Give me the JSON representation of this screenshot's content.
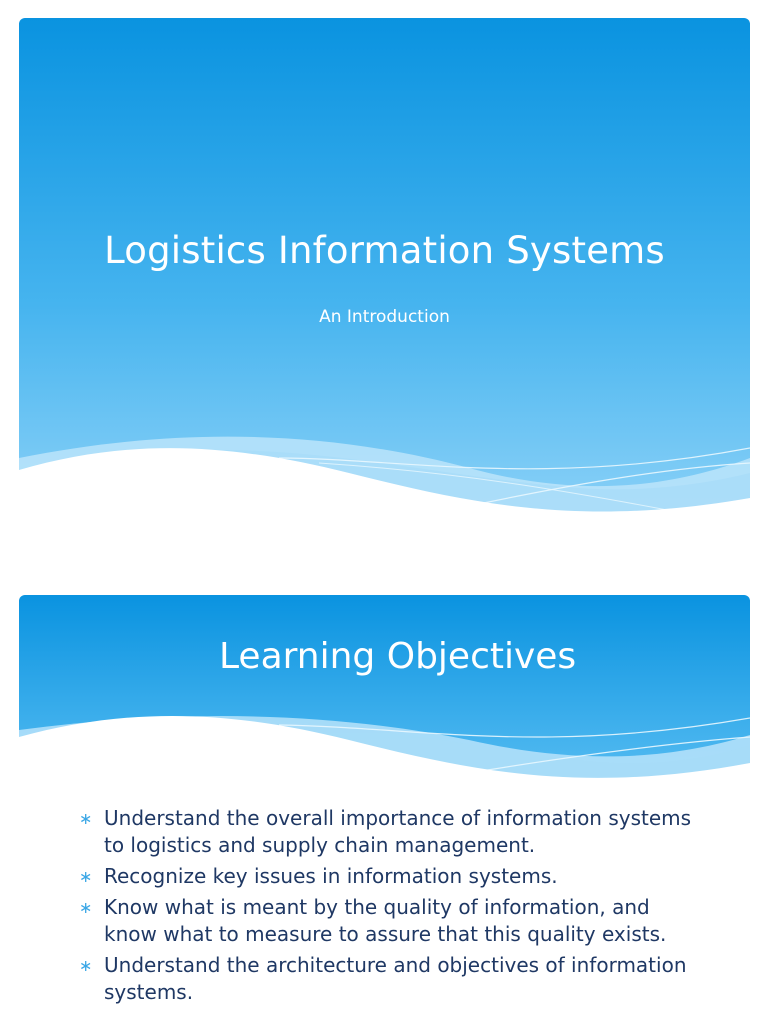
{
  "slides": [
    {
      "title": "Logistics Information Systems",
      "subtitle": "An Introduction"
    },
    {
      "title": "Learning Objectives",
      "bullet_symbol": "∗",
      "bullets": [
        "Understand the overall importance of information systems to logistics and supply chain management.",
        "Recognize key issues in information systems.",
        "Know what is meant by the quality of information, and know what to measure to assure that this quality exists.",
        "Understand the architecture and objectives of information systems."
      ]
    }
  ],
  "colors": {
    "header_top": "#0a93e0",
    "header_bottom": "#8fd1f7",
    "bullet_text": "#1f3864",
    "bullet_marker": "#3ba7e6"
  }
}
